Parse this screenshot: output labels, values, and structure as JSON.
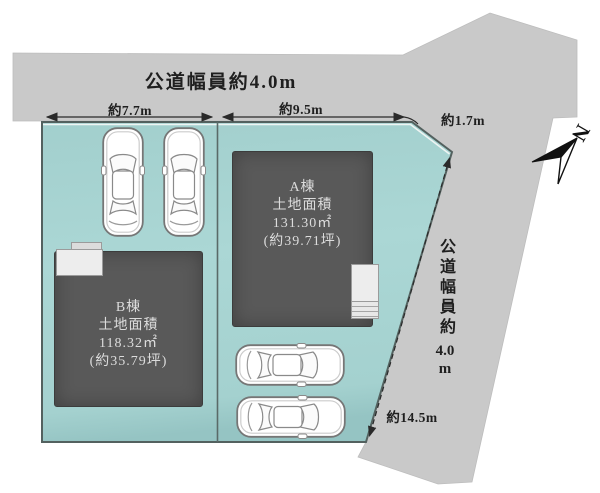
{
  "roads": {
    "top": {
      "label": "公道幅員約4.0m"
    },
    "right": {
      "vertical": "公道幅員約",
      "number": "4.0",
      "unit": "m"
    }
  },
  "dimensions": {
    "front_b": "約7.7m",
    "front_a": "約9.5m",
    "corner": "約1.7m",
    "side": "約14.5m"
  },
  "lots": [
    {
      "id": "A",
      "building_label": "A棟",
      "area_title": "土地面積",
      "area_sqm": "131.30㎡",
      "area_tsubo": "(約39.71坪)"
    },
    {
      "id": "B",
      "building_label": "B棟",
      "area_title": "土地面積",
      "area_sqm": "118.32㎡",
      "area_tsubo": "(約35.79坪)"
    }
  ],
  "compass": {
    "label": "N"
  },
  "colors": {
    "land": "#a9d4d2",
    "road": "#c9c9c9",
    "building": "#595959",
    "building_text": "#dcdcdc",
    "line": "#2a2a2a"
  }
}
